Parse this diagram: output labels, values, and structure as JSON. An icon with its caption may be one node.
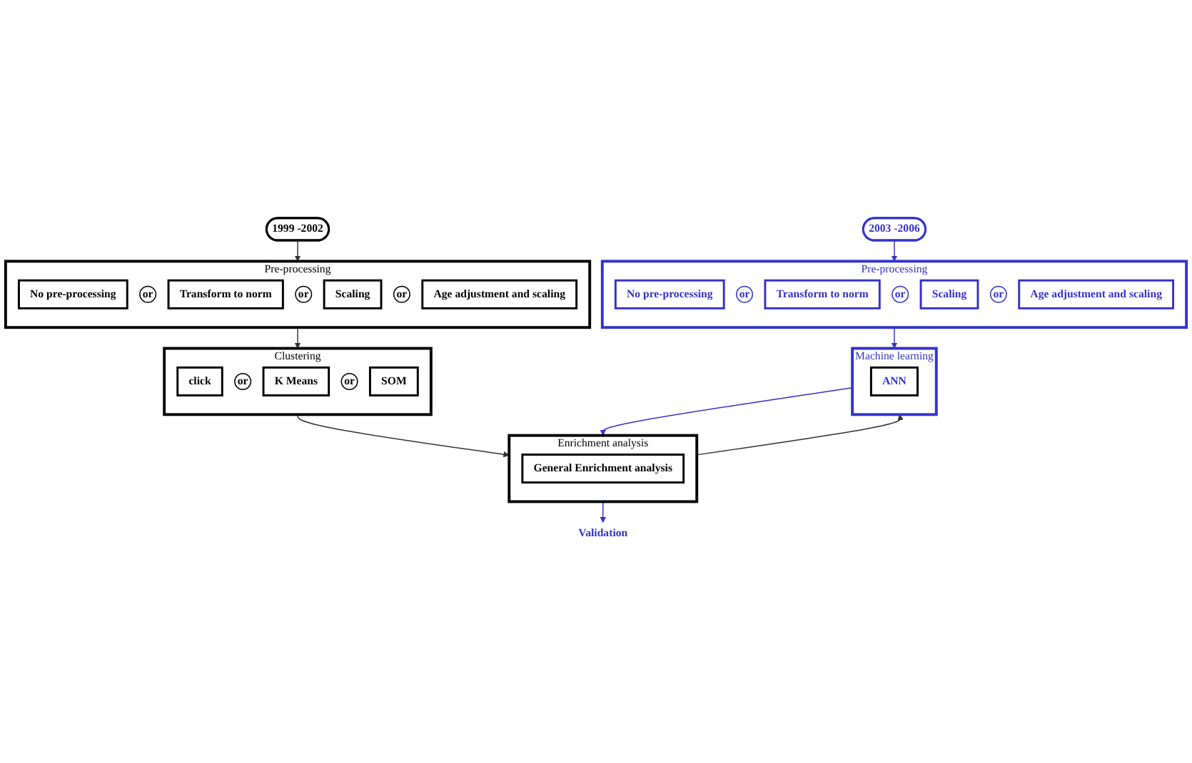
{
  "diagram": {
    "nodes": [
      {
        "text": [
          "1999 -2002"
        ]
      },
      {
        "text": [
          "Pre-processing"
        ]
      },
      {
        "text": [
          "No pre-processing"
        ],
        "in": 1
      },
      {
        "text": [
          "or"
        ],
        "in": 1
      },
      {
        "text": [
          "Transform to norm"
        ],
        "in": 1
      },
      {
        "text": [
          "or"
        ],
        "in": 1
      },
      {
        "text": [
          "Scaling"
        ],
        "in": 1
      },
      {
        "text": [
          "or"
        ],
        "in": 1
      },
      {
        "text": [
          "Age adjustment and scaling"
        ],
        "in": 1
      },
      {
        "text": [
          "Clustering"
        ]
      },
      {
        "text": [
          "click"
        ],
        "in": 9
      },
      {
        "text": [
          "or"
        ],
        "in": 9
      },
      {
        "text": [
          "K Means"
        ],
        "in": 9
      },
      {
        "text": [
          "or"
        ],
        "in": 9
      },
      {
        "text": [
          "SOM"
        ],
        "in": 9
      },
      {
        "text": [
          "Enrichment analysis"
        ]
      },
      {
        "text": [
          "General Enrichment analysis"
        ],
        "in": 15
      },
      {
        "text": [
          "Validation"
        ]
      },
      {
        "text": [
          "Machine learning"
        ]
      },
      {
        "text": [
          "ANN"
        ],
        "in": 18
      },
      {
        "text": [
          "2003 -2006"
        ]
      },
      {
        "text": [
          "Pre-processing"
        ]
      },
      {
        "text": [
          "No pre-processing"
        ],
        "in": 21
      },
      {
        "text": [
          "or"
        ],
        "in": 21
      },
      {
        "text": [
          "Transform to norm"
        ],
        "in": 21
      },
      {
        "text": [
          "or"
        ],
        "in": 21
      },
      {
        "text": [
          "Scaling"
        ],
        "in": 21
      },
      {
        "text": [
          "or"
        ],
        "in": 21
      },
      {
        "text": [
          "Age adjustment and scaling"
        ],
        "in": 21
      }
    ],
    "edges": [
      {
        "from": 0,
        "to": 1,
        "arrow": "to"
      },
      {
        "from": 1,
        "to": 9,
        "arrow": "to"
      },
      {
        "from": 9,
        "to": 15,
        "arrow": "to"
      },
      {
        "from": 15,
        "to": 18,
        "arrow": "to"
      },
      {
        "from": 18,
        "to": 15,
        "arrow": "to",
        "color": "#3333cc"
      },
      {
        "from": 15,
        "to": 17,
        "arrow": "to",
        "color": "#3333cc"
      },
      {
        "from": 20,
        "to": 21,
        "arrow": "to",
        "color": "#3333cc"
      },
      {
        "from": 21,
        "to": 18,
        "arrow": "to",
        "color": "#3333cc"
      }
    ]
  }
}
